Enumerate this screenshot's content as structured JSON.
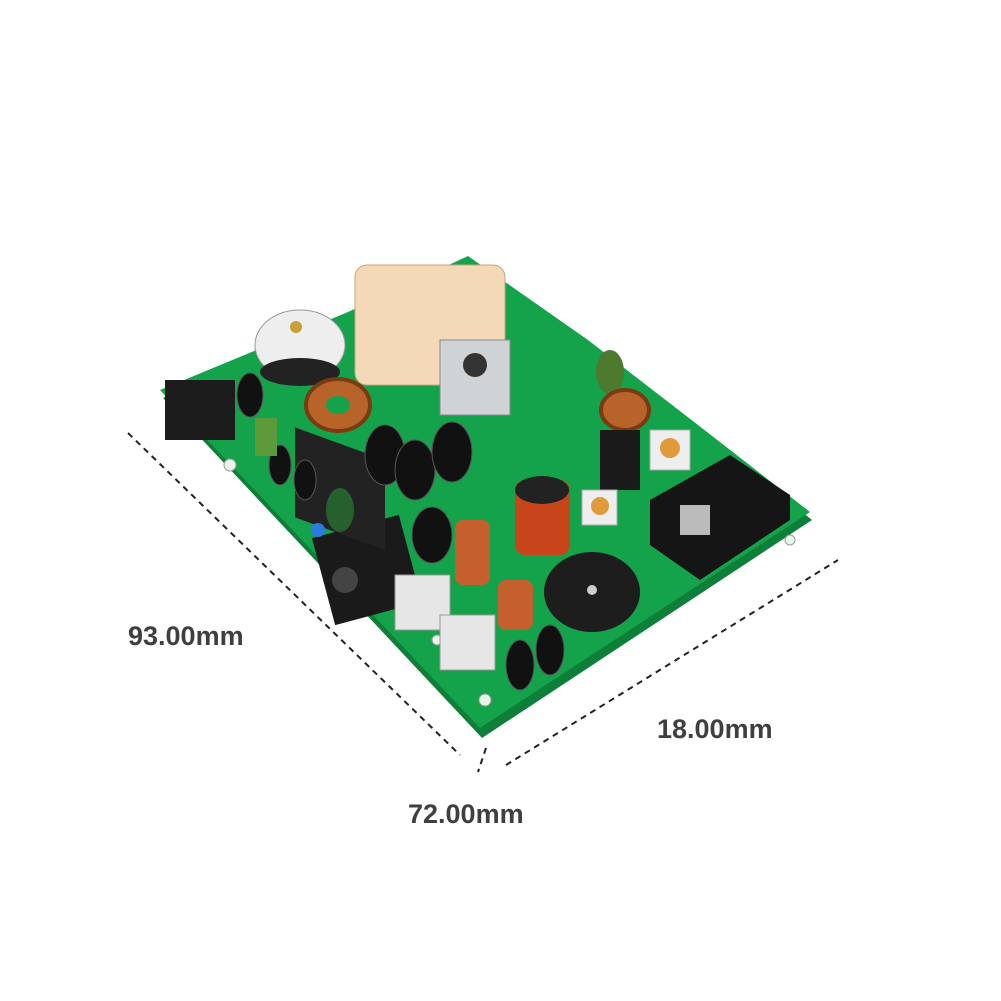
{
  "dimensions": {
    "length": "93.00mm",
    "height": "18.00mm",
    "width": "72.00mm"
  },
  "colors": {
    "pcb": "#12a24a",
    "dimension_text": "#3f3f3f",
    "dashed_line": "#222222"
  }
}
